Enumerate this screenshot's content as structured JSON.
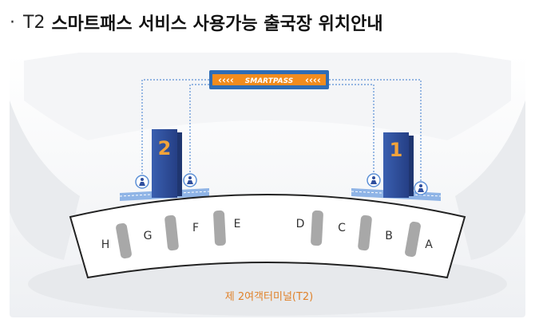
{
  "heading": {
    "bullet": "·",
    "terminal": "T2",
    "title": "스마트패스 서비스 사용가능 출국장 위치안내"
  },
  "banner": {
    "left_arrows": "‹‹‹‹",
    "label": "SMARTPASS",
    "right_arrows": "‹‹‹‹"
  },
  "departures": [
    {
      "id": "2",
      "label": "2"
    },
    {
      "id": "1",
      "label": "1"
    }
  ],
  "gates": [
    {
      "id": "H",
      "label": "H"
    },
    {
      "id": "G",
      "label": "G"
    },
    {
      "id": "F",
      "label": "F"
    },
    {
      "id": "E",
      "label": "E"
    },
    {
      "id": "D",
      "label": "D"
    },
    {
      "id": "C",
      "label": "C"
    },
    {
      "id": "B",
      "label": "B"
    },
    {
      "id": "A",
      "label": "A"
    }
  ],
  "terminal_caption": "제 2여객터미널(T2)",
  "colors": {
    "banner_orange": "#f28c1e",
    "banner_blue": "#2f6db6",
    "tower_blue": "#2f4f9e",
    "tower_number": "#f2a33a",
    "caption_orange": "#e0822b",
    "dotted_line": "#5b8fd6",
    "gate_gray": "#a8a8a8"
  },
  "icons": [
    "security-person-icon"
  ]
}
